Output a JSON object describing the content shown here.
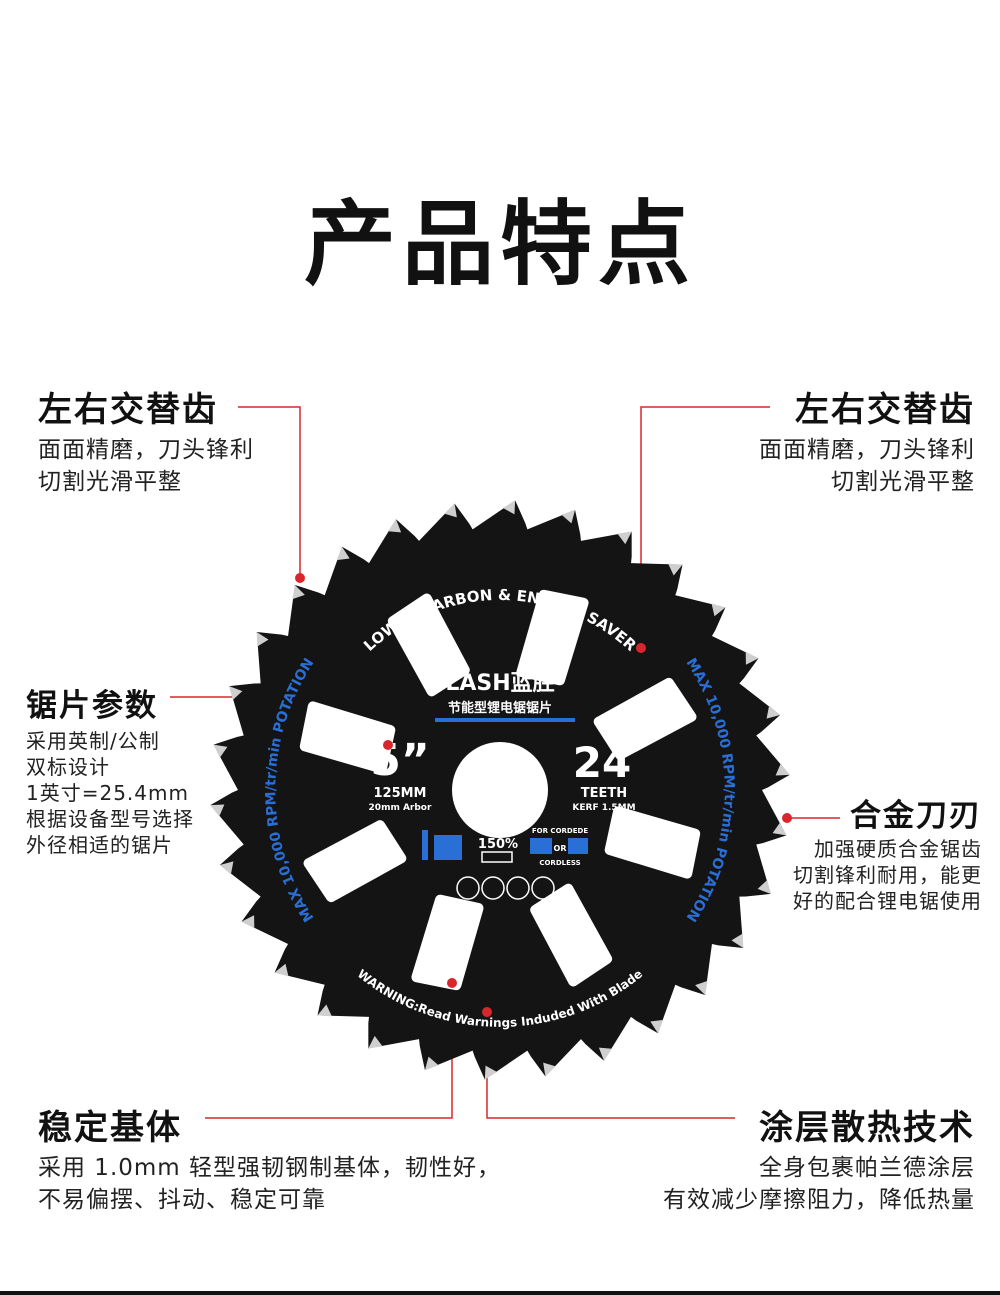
{
  "title": "产品特点",
  "features": {
    "top_left": {
      "title": "左右交替齿",
      "lines": [
        "面面精磨，刀头锋利",
        "切割光滑平整"
      ]
    },
    "top_right": {
      "title": "左右交替齿",
      "lines": [
        "面面精磨，刀头锋利",
        "切割光滑平整"
      ]
    },
    "mid_left": {
      "title": "锯片参数",
      "lines": [
        "采用英制/公制",
        "双标设计",
        "1英寸=25.4mm",
        "根据设备型号选择",
        "外径相适的锯片"
      ]
    },
    "mid_right": {
      "title": "合金刀刃",
      "lines": [
        "加强硬质合金锯齿",
        "切割锋利耐用，能更",
        "好的配合锂电锯使用"
      ]
    },
    "bottom_left": {
      "title": "稳定基体",
      "lines": [
        "采用 1.0mm 轻型强韧钢制基体，韧性好，",
        "不易偏摆、抖动、稳定可靠"
      ]
    },
    "bottom_right": {
      "title": "涂层散热技术",
      "lines": [
        "全身包裹帕兰德涂层",
        "有效减少摩擦阻力，降低热量"
      ]
    }
  },
  "blade": {
    "brand": "LASH蓝胜",
    "product_name": "节能型锂电锯锯片",
    "top_arc": "LOWER CARBON & ENEBGY SAVER",
    "side_arc": "MAX 10,000 RPM/tr/min POTATION",
    "bottom_arc": "WARNING:Read Warnings Induded With Blade",
    "size": "5”",
    "diameter": "125MM",
    "arbor": "20mm Arbor",
    "teeth": "24",
    "teeth_label": "TEETH",
    "kerf": "KERF 1.5MM",
    "efficiency": "150%",
    "for_corded": "FOR CORDEDE",
    "or": "OR",
    "cordless": "CORDLESS",
    "colors": {
      "blade": "#141414",
      "accent": "#2a6fd6",
      "line": "#d9262c"
    }
  }
}
